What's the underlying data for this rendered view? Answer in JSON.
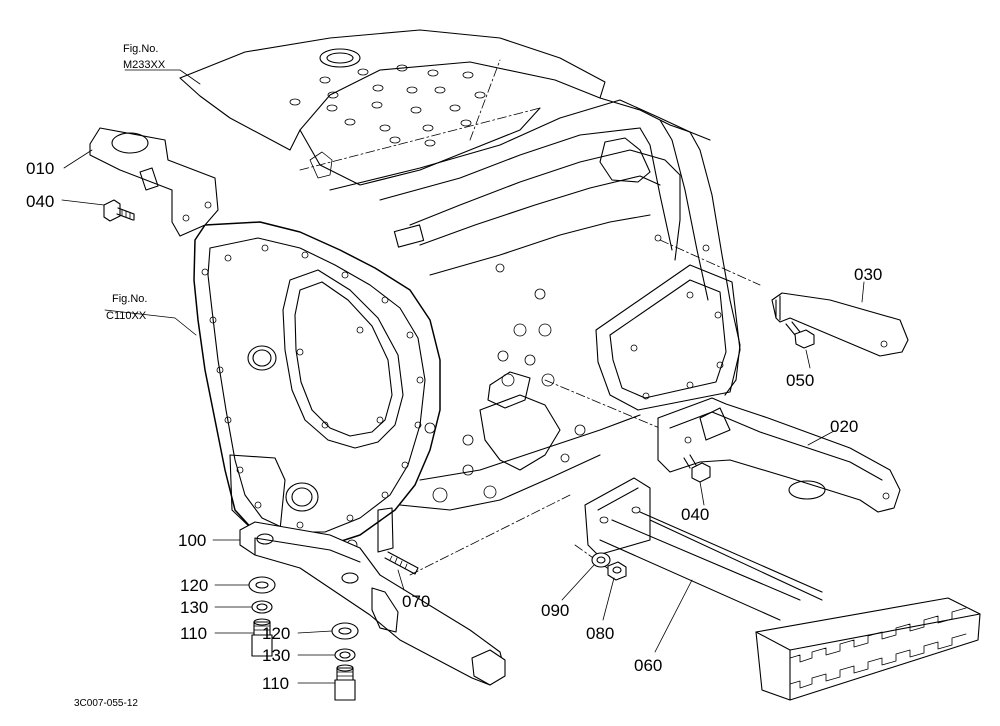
{
  "figure_refs": [
    {
      "id": "ref_m233",
      "line1": "Fig.No.",
      "line2": "M233XX"
    },
    {
      "id": "ref_c110",
      "line1": "Fig.No.",
      "line2": "C110XX"
    }
  ],
  "part_labels": {
    "p010": "010",
    "p040a": "040",
    "p030": "030",
    "p050": "050",
    "p020": "020",
    "p040b": "040",
    "p100": "100",
    "p120a": "120",
    "p130a": "130",
    "p110a": "110",
    "p120b": "120",
    "p130b": "130",
    "p110b": "110",
    "p070": "070",
    "p090": "090",
    "p080": "080",
    "p060": "060"
  },
  "drawing_code": "3C007-055-12"
}
